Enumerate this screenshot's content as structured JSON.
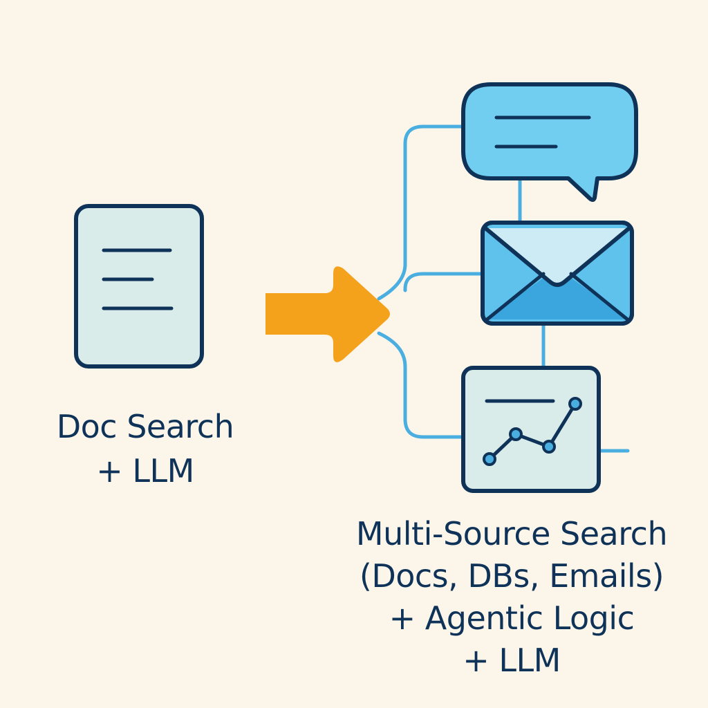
{
  "left": {
    "caption_lines": [
      "Doc Search",
      "+ LLM"
    ],
    "icon": "document-icon"
  },
  "arrow": {
    "icon": "arrow-right-icon"
  },
  "right": {
    "caption_lines": [
      "Multi-Source Search",
      "(Docs, DBs, Emails)",
      "+ Agentic Logic",
      "+ LLM"
    ],
    "sources": [
      {
        "icon": "chat-bubble-icon"
      },
      {
        "icon": "envelope-icon"
      },
      {
        "icon": "line-chart-icon"
      }
    ]
  },
  "colors": {
    "background": "#fcf5e9",
    "outline": "#0f3358",
    "connector": "#4aaee0",
    "arrow": "#f4a11c",
    "doc_fill": "#d9ece9",
    "chat_fill": "#71cef0",
    "mail_fill": "#5fc2ec",
    "mail_bottom": "#3aa6dd",
    "chart_fill": "#d9ece9"
  }
}
